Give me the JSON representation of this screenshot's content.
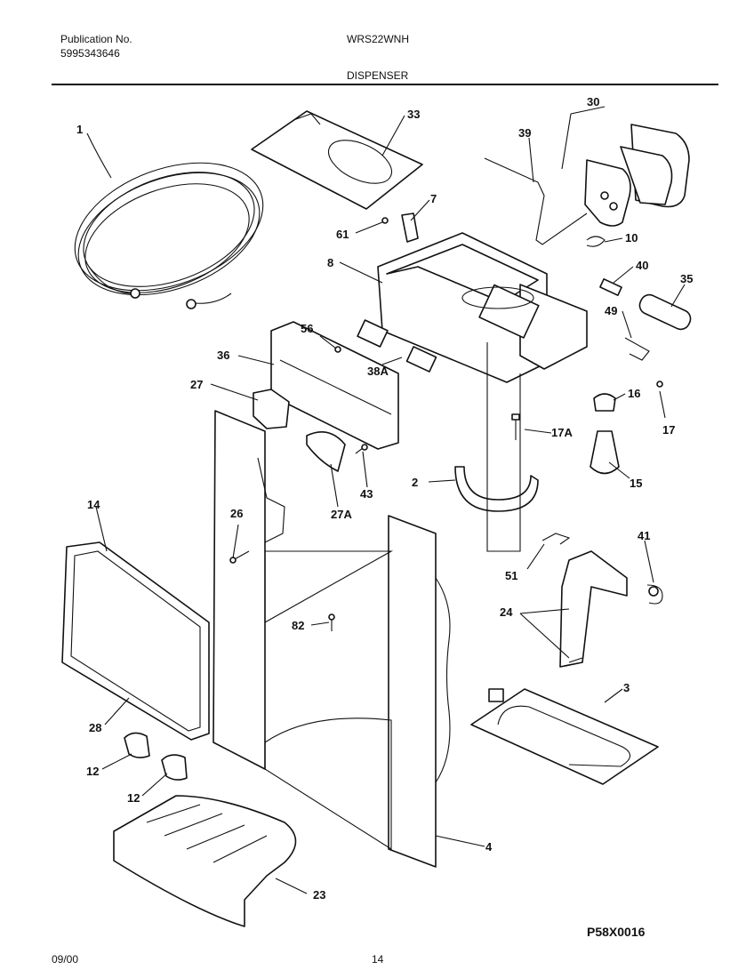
{
  "header": {
    "pub_label": "Publication No.",
    "pub_number": "5995343646",
    "model": "WRS22WNH",
    "section": "DISPENSER"
  },
  "footer": {
    "date": "09/00",
    "page": "14",
    "diagram_code": "P58X0016"
  },
  "callouts": [
    "1",
    "33",
    "30",
    "39",
    "7",
    "61",
    "10",
    "8",
    "40",
    "35",
    "49",
    "56",
    "38A",
    "36",
    "27",
    "16",
    "17",
    "17A",
    "15",
    "43",
    "2",
    "27A",
    "14",
    "26",
    "41",
    "51",
    "24",
    "82",
    "3",
    "28",
    "12",
    "12",
    "4",
    "23"
  ]
}
